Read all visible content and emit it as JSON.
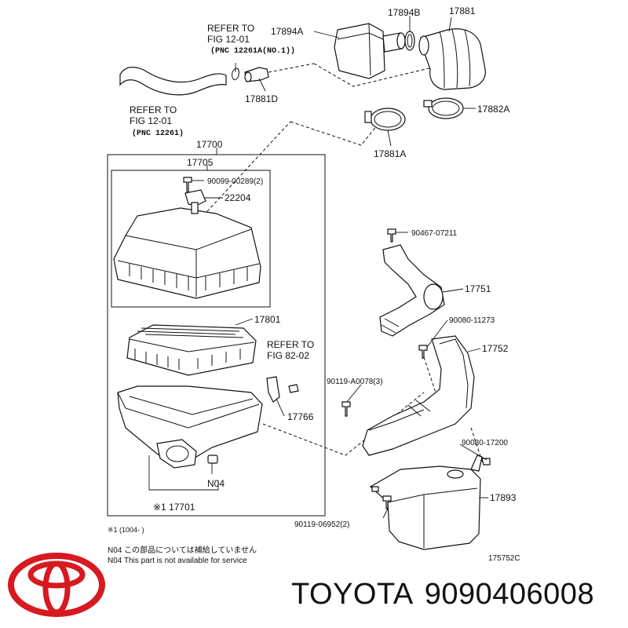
{
  "labels": {
    "p17894A": "17894A",
    "p17894B": "17894B",
    "p17881": "17881",
    "p17881D": "17881D",
    "p17882A": "17882A",
    "p17881A": "17881A",
    "p17700": "17700",
    "p17705": "17705",
    "p90099": "90099-00289(2)",
    "p22204": "22204",
    "p90467": "90467-07211",
    "p17751": "17751",
    "p17801": "17801",
    "p90080_11273": "90080-11273",
    "p17752": "17752",
    "p90119_A0078": "90119-A0078(3)",
    "p17766": "17766",
    "p90080_17200": "90080-17200",
    "n04": "N04",
    "p17893": "17893",
    "p17701": "※1 17701",
    "p90119_06952": "90119-06952(2)",
    "diagram_id": "175752C"
  },
  "refs": {
    "ref_top_1": "REFER TO",
    "ref_top_2": "FIG 12-01",
    "ref_top_3": "(PNC 12261A(NO.1))",
    "ref_left_1": "REFER TO",
    "ref_left_2": "FIG 12-01",
    "ref_left_3": "(PNC 12261)",
    "ref_mid_1": "REFER TO",
    "ref_mid_2": "FIG 82-02"
  },
  "notes": {
    "footnote": "※1 (1004-        )",
    "n04_jp": "N04  この部品については補給していません",
    "n04_en": "N04  This part is not available for service"
  },
  "brand": {
    "name": "TOYOTA",
    "part_number": "9090406008",
    "logo_color": "#d71920"
  }
}
